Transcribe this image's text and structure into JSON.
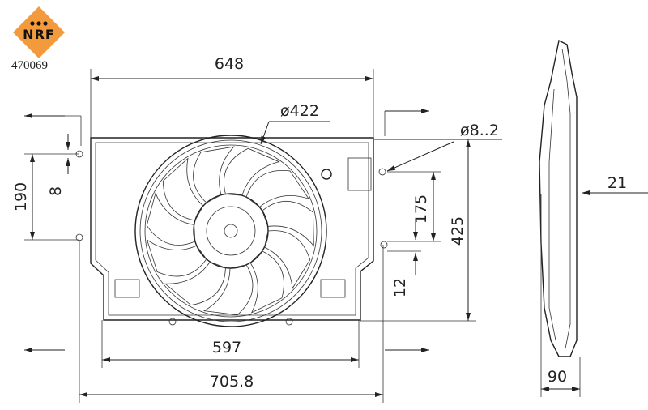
{
  "logo": {
    "brand": "NRF",
    "color": "#f39a3c",
    "part_number": "470069"
  },
  "dimensions": {
    "width_top": "648",
    "fan_diameter": "ø422",
    "hole_diameter": "ø8..2",
    "height_left": "190",
    "offset_left": "8",
    "height_mid": "175",
    "height_total": "425",
    "offset_bottom": "12",
    "width_bottom": "597",
    "width_overall": "705.8",
    "side_offset": "21",
    "depth": "90"
  }
}
